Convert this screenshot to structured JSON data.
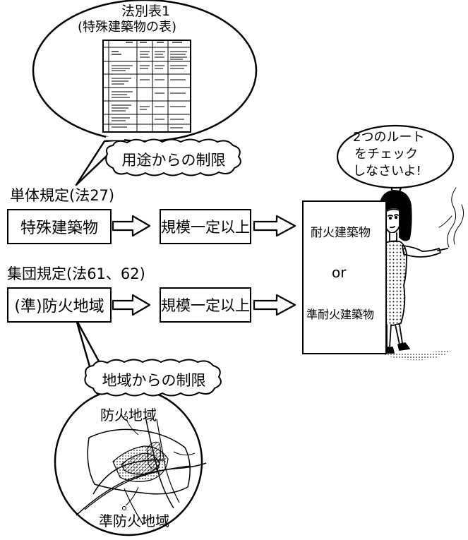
{
  "top_bubble": {
    "title_line1": "法別表1",
    "title_line2": "(特殊建築物の表)"
  },
  "cloud_usage": "用途からの制限",
  "single_rule_label": "単体規定(法27)",
  "group_rule_label": "集団規定(法61、62)",
  "box_special": "特殊建築物",
  "box_scale_1": "規模一定以上",
  "box_fire_zone": "(準)防火地域",
  "box_scale_2": "規模一定以上",
  "result_box": {
    "fireproof": "耐火建築物",
    "or": "or",
    "semi_fireproof": "準耐火建築物"
  },
  "speech": {
    "line1": "2つのルート",
    "line2": "をチェック",
    "line3": "しなさいよ!"
  },
  "cloud_area": "地域からの制限",
  "map_bubble": {
    "fire_zone": "防火地域",
    "semi_fire_zone": "準防火地域"
  },
  "colors": {
    "ink": "#000000",
    "paper": "#ffffff"
  }
}
